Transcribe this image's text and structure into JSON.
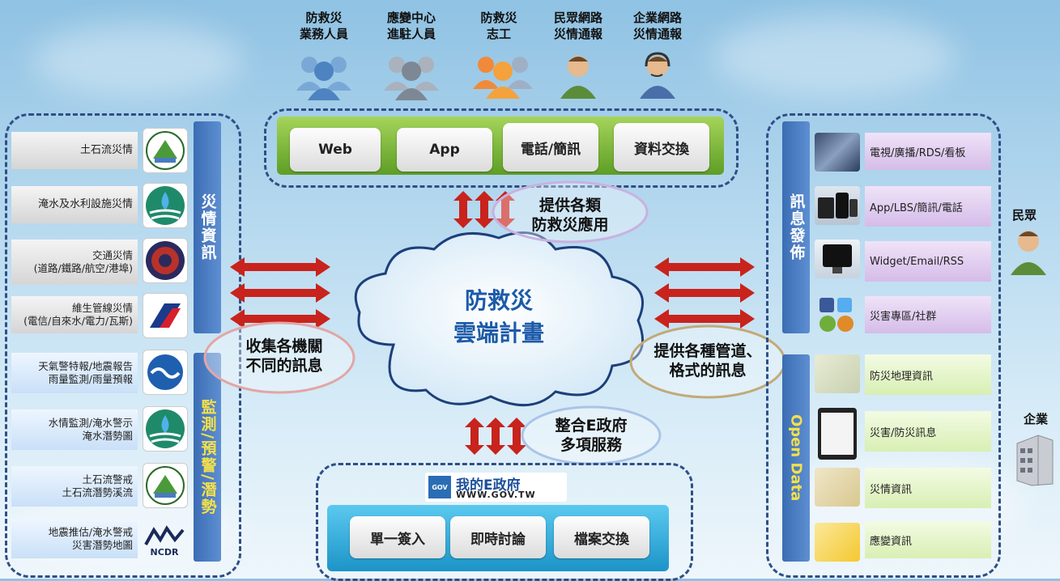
{
  "top_roles": [
    {
      "label": "防救災\n業務人員"
    },
    {
      "label": "應變中心\n進駐人員"
    },
    {
      "label": "防救災\n志工"
    },
    {
      "label": "民眾網路\n災情通報"
    },
    {
      "label": "企業網路\n災情通報"
    }
  ],
  "top_channels": [
    "Web",
    "App",
    "電話/簡訊",
    "資料交換"
  ],
  "left_bar_top": "災情資訊",
  "left_bar_bottom": "監測/預警/潛勢",
  "left_items": [
    {
      "label": "土石流災情"
    },
    {
      "label": "淹水及水利設施災情"
    },
    {
      "label": "交通災情\n(道路/鐵路/航空/港埠)"
    },
    {
      "label": "維生管線災情\n(電信/自來水/電力/瓦斯)"
    },
    {
      "label": "天氣警特報/地震報告\n雨量監測/雨量預報"
    },
    {
      "label": "水情監測/淹水警示\n淹水潛勢圖"
    },
    {
      "label": "土石流警戒\n土石流潛勢溪流"
    },
    {
      "label": "地震推估/淹水警戒\n災害潛勢地圖"
    }
  ],
  "cloud_title": "防救災\n雲端計畫",
  "top_callout": "提供各類\n防救災應用",
  "left_callout": "收集各機關\n不同的訊息",
  "right_callout": "提供各種管道、\n格式的訊息",
  "bottom_callout": "整合E政府\n多項服務",
  "egov_logo": {
    "title": "我的E政府",
    "url": "WWW.GOV.TW",
    "tag": "GOV"
  },
  "bottom_services": [
    "單一簽入",
    "即時討論",
    "檔案交換"
  ],
  "right_bar_top": "訊息發佈",
  "right_bar_bottom": "Open Data",
  "right_items": [
    {
      "label": "電視/廣播/RDS/看板"
    },
    {
      "label": "App/LBS/簡訊/電話"
    },
    {
      "label": "Widget/Email/RSS"
    },
    {
      "label": "災害專區/社群"
    },
    {
      "label": "防災地理資訊"
    },
    {
      "label": "災害/防災訊息"
    },
    {
      "label": "災情資訊"
    },
    {
      "label": "應變資訊"
    }
  ],
  "far_right": {
    "public": "民眾",
    "enterprise": "企業"
  },
  "badge_ncdr": "NCDR",
  "colors": {
    "dashed": "#2f4f86",
    "arrow": "#c8231c",
    "bar": "#3b6db4",
    "green_bar": "#6fae2a",
    "cyan_bar": "#22a6d6"
  }
}
